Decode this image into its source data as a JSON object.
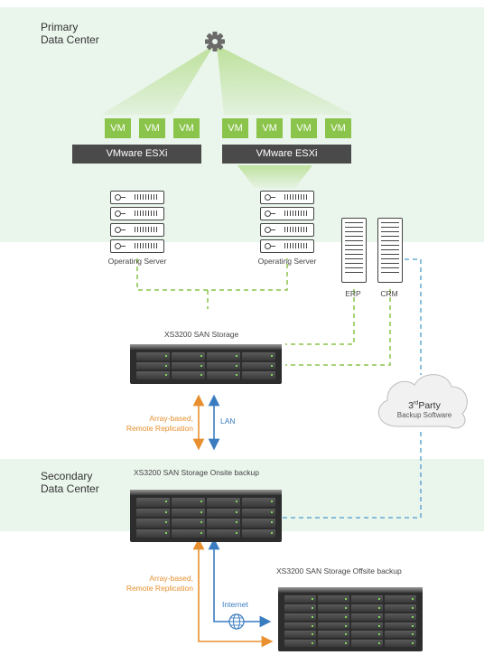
{
  "regions": {
    "primary": "Primary\nData Center",
    "secondary": "Secondary\nData Center"
  },
  "vm_label": "VM",
  "hosts": [
    {
      "label": "VMware ESXi",
      "vm_count": 3
    },
    {
      "label": "VMware ESXi",
      "vm_count": 4
    }
  ],
  "servers": [
    "Operating Server",
    "Operating Server"
  ],
  "apps": [
    "ERP",
    "CRM"
  ],
  "storage": {
    "primary": "XS3200 SAN Storage",
    "onsite": "XS3200 SAN Storage Onsite backup",
    "offsite": "XS3200 SAN Storage Offsite backup"
  },
  "cloud": {
    "sup_prefix": "3",
    "sup": "rd",
    "title_rest": "Party",
    "subtitle": "Backup Software"
  },
  "links": {
    "replication": "Array-based,\nRemote Replication",
    "lan": "LAN",
    "internet": "Internet"
  },
  "icons": [
    "gear-icon",
    "server-icon",
    "tower-server-icon",
    "storage-rack-icon",
    "cloud-icon",
    "globe-icon",
    "arrow-icon"
  ],
  "colors": {
    "band": "#eaf5ec",
    "vm": "#8ac44b",
    "esxi": "#4a4a4a",
    "network_green": "#8ac44b",
    "backup_blue": "#4b9bd0",
    "replication_orange": "#e8902f",
    "lan_blue": "#3a7cc0"
  }
}
